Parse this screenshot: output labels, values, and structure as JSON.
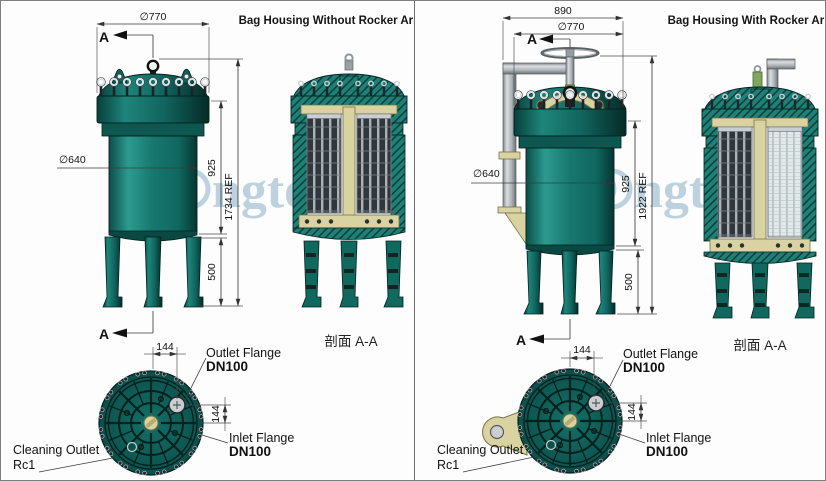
{
  "watermark": {
    "text": "Hongtek",
    "prefix": "H",
    "suffix": "ngtek"
  },
  "colors": {
    "vessel_teal": "#17776e",
    "vessel_dark": "#06352f",
    "khaki": "#d9d3a2",
    "pipe_grey": "#aeb4b7",
    "watermark_blue": "#b7cedb",
    "dimension_line": "#3d3d3d"
  },
  "left": {
    "title": "Bag Housing Without Rocker Arm",
    "marker": "A",
    "section_label": "剖面 A-A",
    "dia_lid": "∅770",
    "dia_body": "∅640",
    "h_body": "925",
    "h_total": "1734 REF",
    "h_legs": "500",
    "off_outlet": "144",
    "off_inlet": "144",
    "outlet_label": "Outlet Flange",
    "outlet_size": "DN100",
    "inlet_label": "Inlet Flange",
    "inlet_size": "DN100",
    "clean_label": "Cleaning Outlet",
    "clean_size": "Rc1"
  },
  "right": {
    "title": "Bag Housing With Rocker Arm",
    "marker": "A",
    "section_label": "剖面 A-A",
    "w_overall": "890",
    "dia_lid": "∅770",
    "dia_body": "∅640",
    "h_body": "925",
    "h_total": "1922 REF",
    "h_legs": "500",
    "off_outlet": "144",
    "off_inlet": "144",
    "outlet_label": "Outlet Flange",
    "outlet_size": "DN100",
    "inlet_label": "Inlet Flange",
    "inlet_size": "DN100",
    "clean_label": "Cleaning Outlet",
    "clean_size": "Rc1"
  }
}
